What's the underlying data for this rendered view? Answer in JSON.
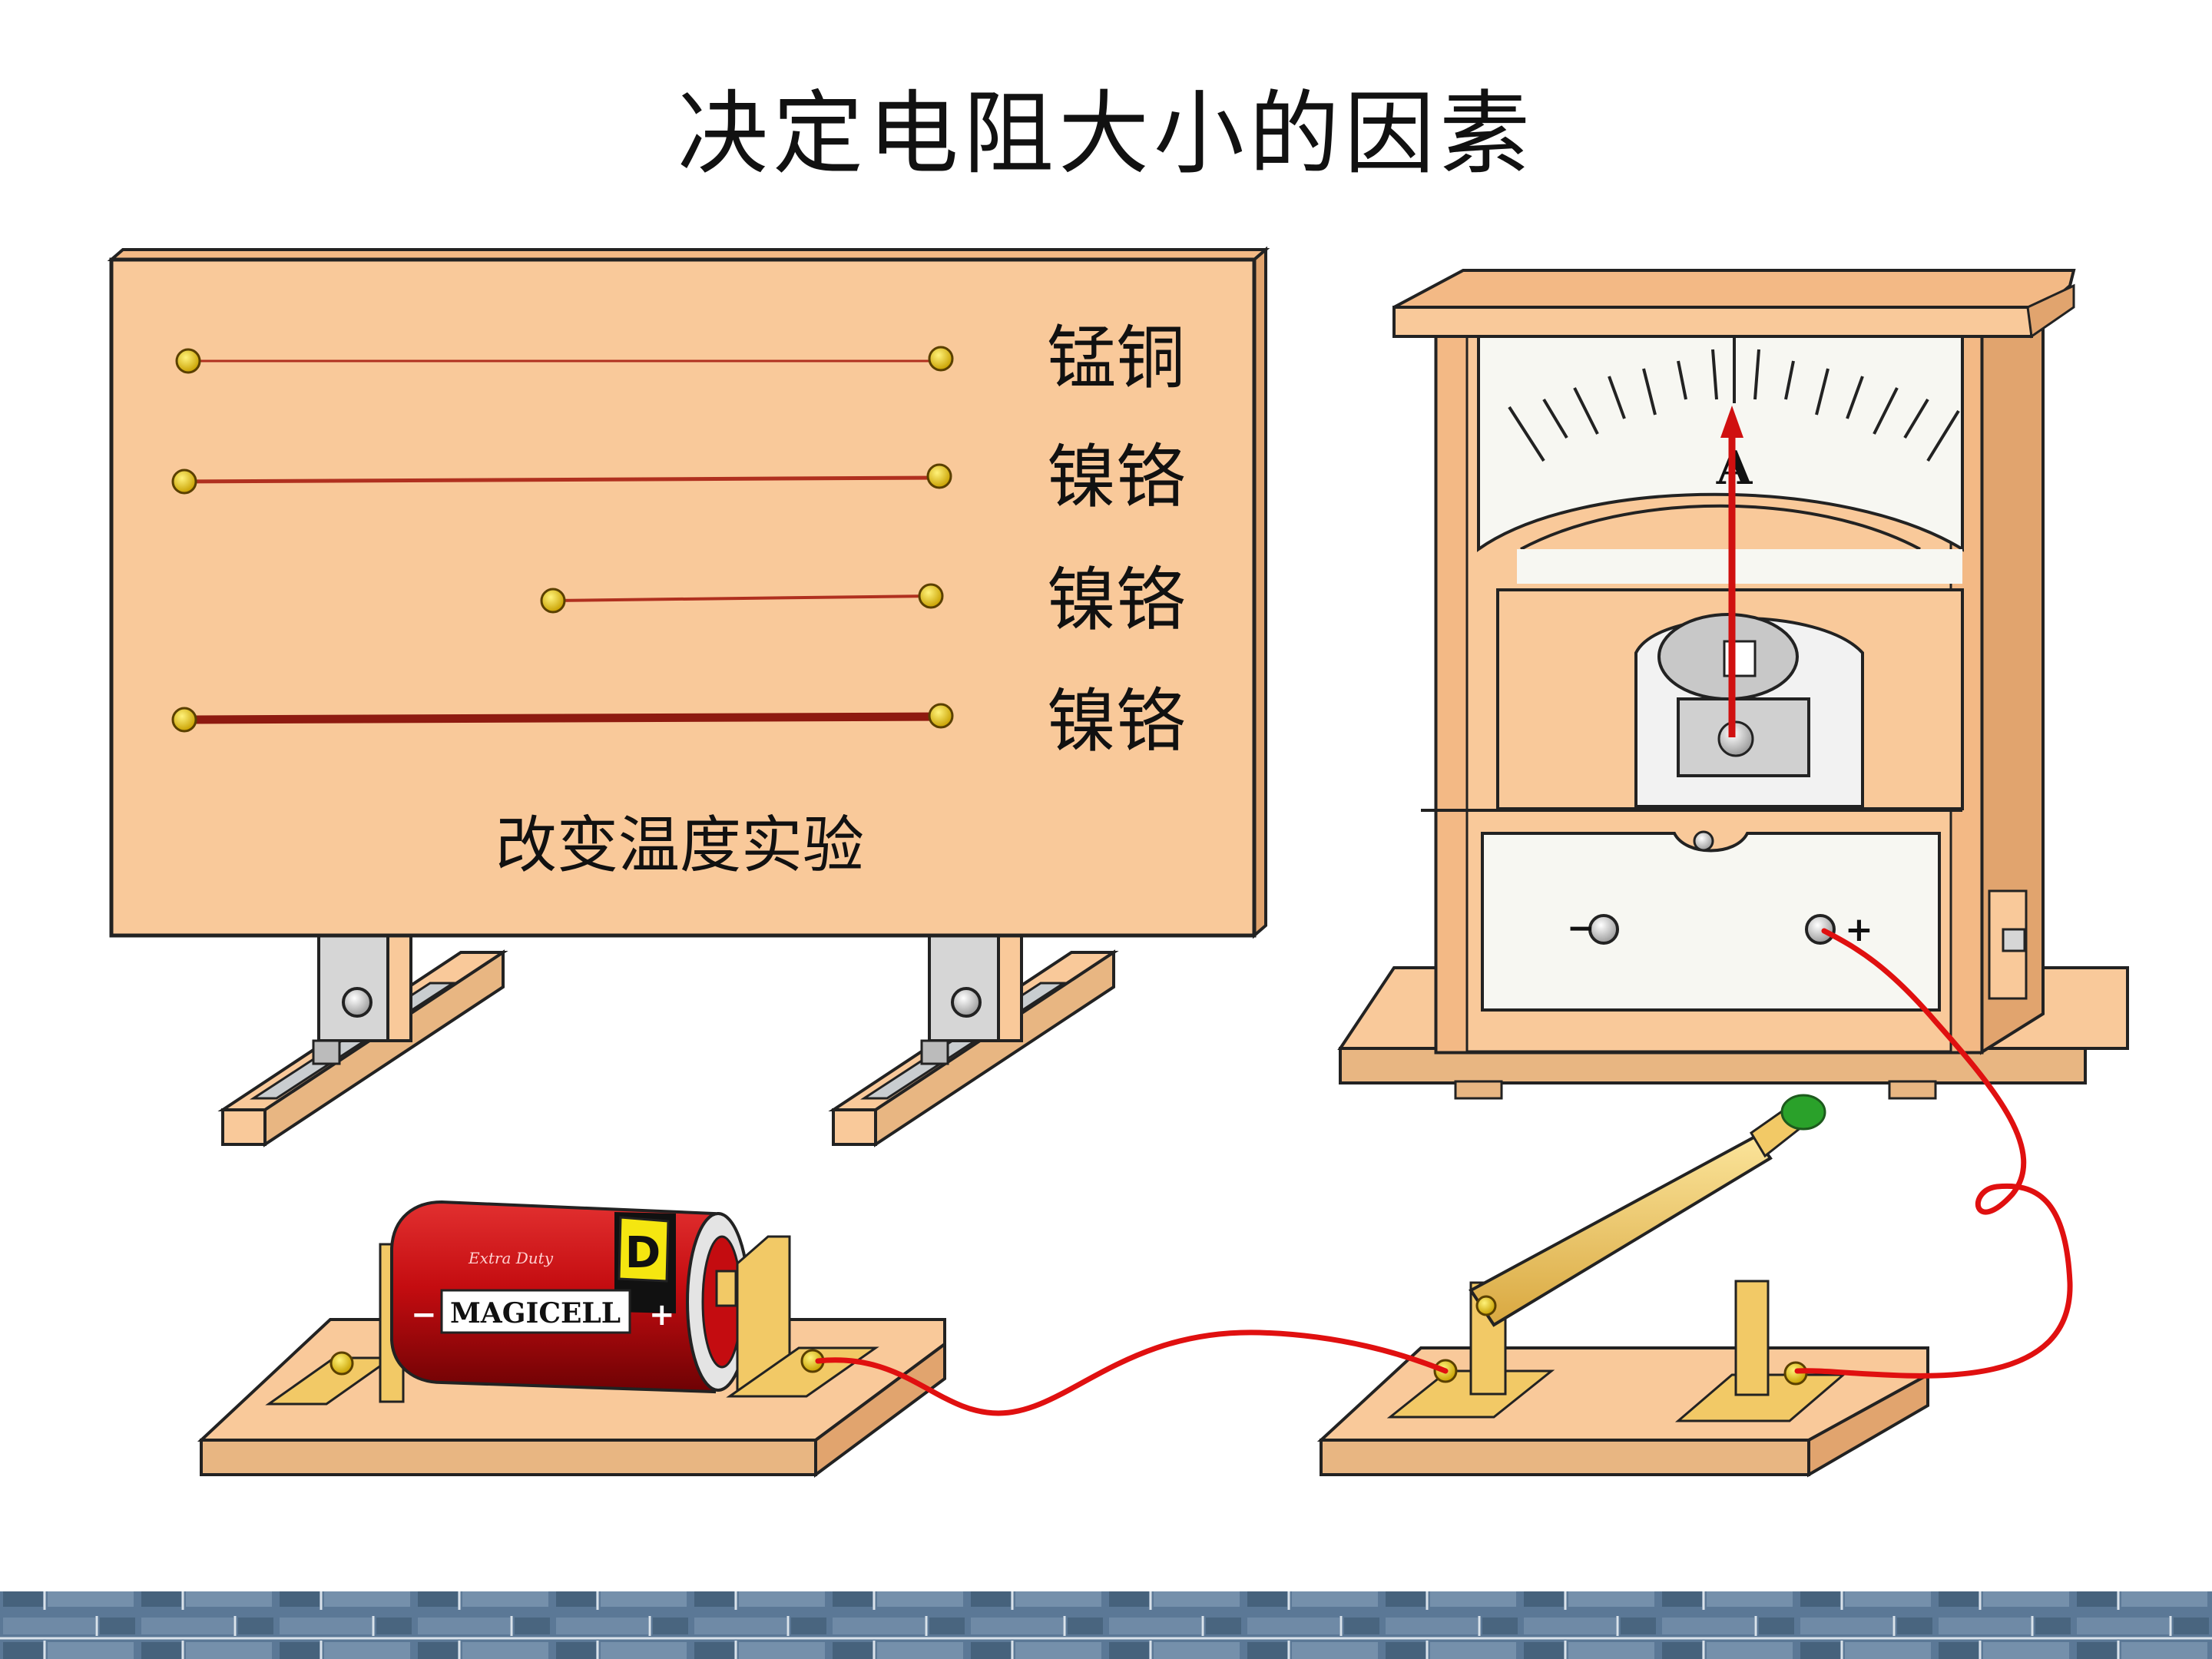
{
  "title": "决定电阻大小的因素",
  "board": {
    "caption": "改变温度实验",
    "wires": [
      {
        "label": "锰铜",
        "length": "long",
        "thickness": "thin"
      },
      {
        "label": "镍铬",
        "length": "long",
        "thickness": "thin"
      },
      {
        "label": "镍铬",
        "length": "short",
        "thickness": "thin"
      },
      {
        "label": "镍铬",
        "length": "long",
        "thickness": "thick"
      }
    ]
  },
  "ammeter": {
    "unit_symbol": "A",
    "terminal_negative": "−",
    "terminal_positive": "+"
  },
  "battery": {
    "brand": "MAGICELL",
    "small_text": "Extra Duty",
    "size_mark": "D",
    "minus_sign": "−",
    "plus_sign": "+"
  },
  "colors": {
    "board": "#f9c99a",
    "board_edge": "#2a1a10",
    "wire_red": "#e01010",
    "resistance_wire": "#b0301f",
    "battery_red": "#c40c10",
    "battery_yellow": "#f5e610",
    "switch_handle": "#f2c966",
    "footer_blue": "#4b6987"
  },
  "icons": [
    "ammeter-icon",
    "battery-icon",
    "knife-switch-icon",
    "resistance-board-icon"
  ]
}
